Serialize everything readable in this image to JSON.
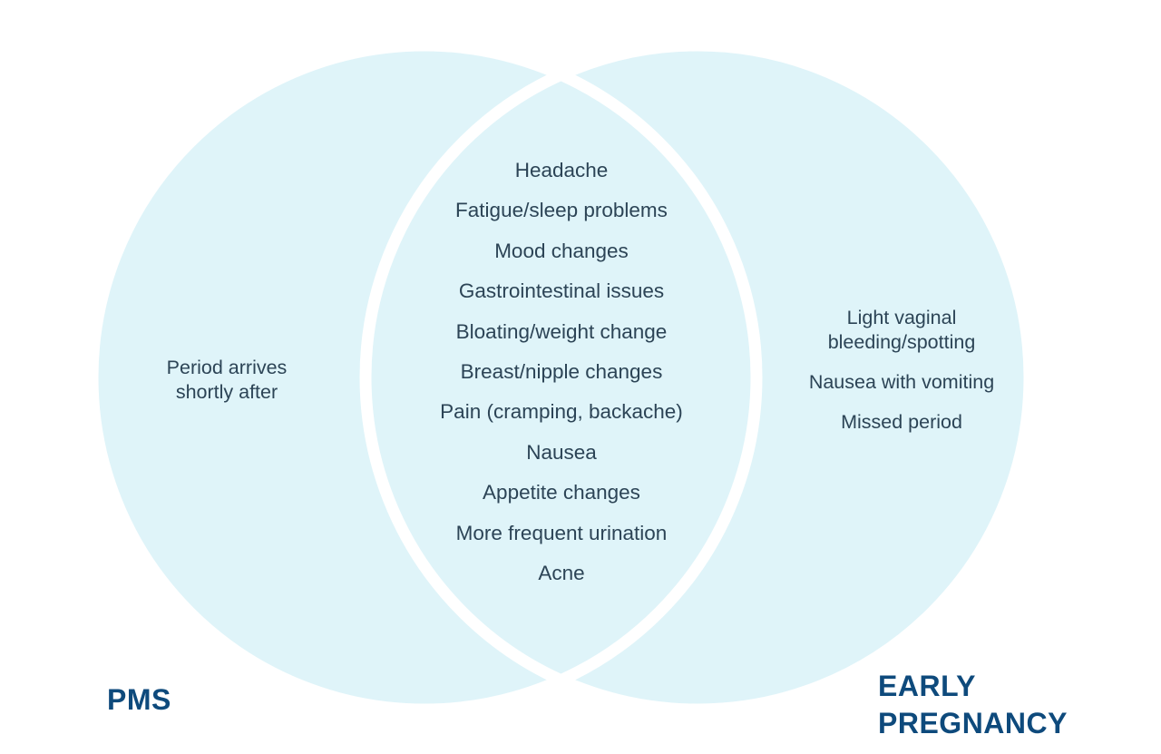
{
  "colors": {
    "circle_fill": "#dff4f9",
    "separator": "#ffffff",
    "text": "#2c4456",
    "title": "#0e4a7c"
  },
  "sets": {
    "left": {
      "title": "PMS",
      "items": [
        "Period arrives shortly after"
      ]
    },
    "right": {
      "title_lines": [
        "EARLY",
        "PREGNANCY"
      ],
      "items": [
        "Light vaginal bleeding/spotting",
        "Nausea with vomiting",
        "Missed period"
      ]
    },
    "overlap": {
      "items": [
        "Headache",
        "Fatigue/sleep problems",
        "Mood changes",
        "Gastrointestinal issues",
        "Bloating/weight change",
        "Breast/nipple changes",
        "Pain (cramping, backache)",
        "Nausea",
        "Appetite changes",
        "More frequent urination",
        "Acne"
      ]
    }
  }
}
